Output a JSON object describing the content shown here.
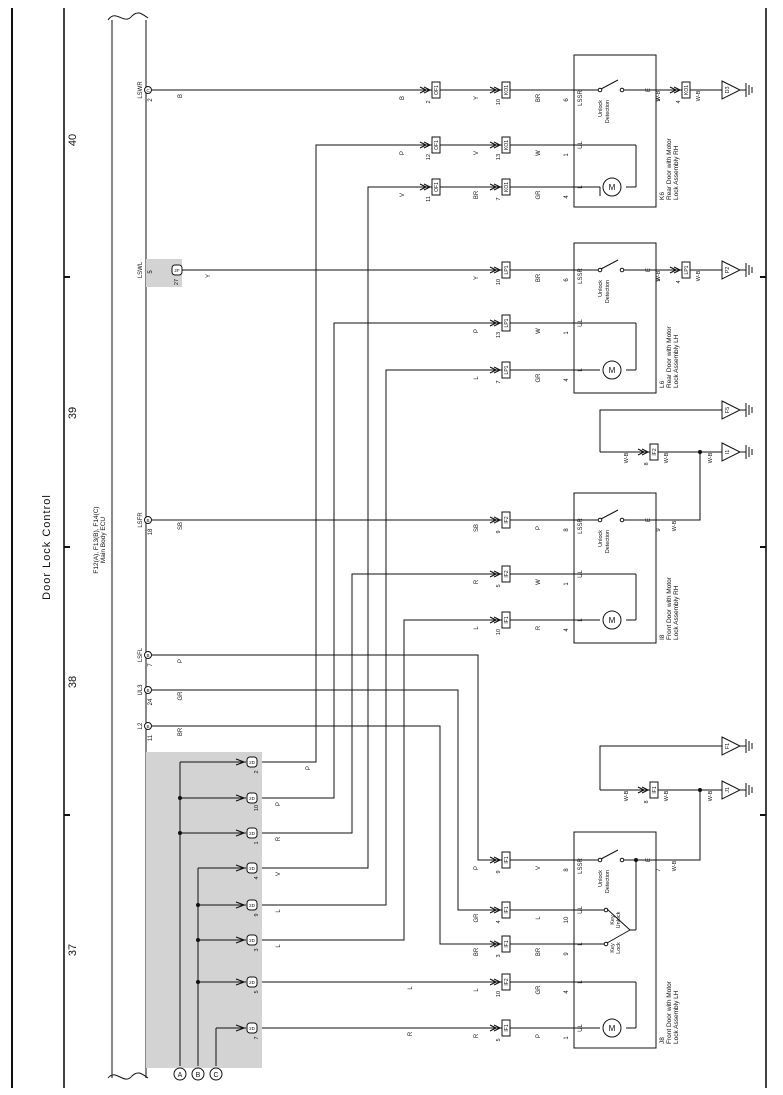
{
  "page": {
    "title": "Door Lock Control",
    "page_numbers": [
      "40",
      "39",
      "38",
      "37"
    ]
  },
  "ecu": {
    "connectors": "F12(A), F13(B), F14(C)",
    "name": "Main Body ECU",
    "pins": [
      {
        "label": "LSWR",
        "pin": "2",
        "conn": "C"
      },
      {
        "label": "LSWL",
        "pin": "5",
        "conn": "C"
      },
      {
        "label": "LSFR",
        "pin": "18",
        "conn": "B"
      },
      {
        "label": "LSFL",
        "pin": "7",
        "conn": "B"
      },
      {
        "label": "UL3",
        "pin": "24",
        "conn": "B"
      },
      {
        "label": "L2",
        "pin": "11",
        "conn": "B"
      }
    ],
    "lower_pins": [
      "2",
      "10",
      "1",
      "4",
      "9",
      "3",
      "5",
      "7"
    ],
    "lower_conn": "2D",
    "inline_conn": {
      "pin": "27",
      "id": "2F"
    },
    "bus_labels": [
      "A",
      "B",
      "C"
    ]
  },
  "wire_colors": {
    "lswr": "B",
    "lswl": "Y",
    "lsfr": "SB",
    "lsfl": "P",
    "ul3": "GR",
    "l2": "BR",
    "lower": [
      "P",
      "P",
      "R",
      "V",
      "L",
      "L",
      "L",
      "R"
    ]
  },
  "modules": [
    {
      "code": "K6",
      "name_line1": "Rear Door with Motor",
      "name_line2": "Lock Assembly RH",
      "switch": "Unlock Detection",
      "ground": "D3",
      "ground_conn": "KO1",
      "ground_pin": "4",
      "ground_wire": "W-B",
      "rows": [
        {
          "term": "LSSR",
          "pin": "6",
          "wire_r": "BR",
          "conn_r": "KO1",
          "pin_r": "10",
          "wire_m": "Y",
          "conn_l": "OF1",
          "pin_l": "2",
          "wire_l": "B"
        },
        {
          "term": "UL",
          "pin": "1",
          "wire_r": "W",
          "conn_r": "KO1",
          "pin_r": "13",
          "wire_m": "V",
          "conn_l": "OF1",
          "pin_l": "12",
          "wire_l": "P"
        },
        {
          "term": "L",
          "pin": "4",
          "wire_r": "GR",
          "conn_r": "KO1",
          "pin_r": "7",
          "wire_m": "BR",
          "conn_l": "OF1",
          "pin_l": "11",
          "wire_l": "V"
        }
      ],
      "e_term": "E",
      "e_pin": "9"
    },
    {
      "code": "L6",
      "name_line1": "Rear Door with Motor",
      "name_line2": "Lock Assembly LH",
      "switch": "Unlock Detection",
      "ground": "P2",
      "ground_conn": "LP1",
      "ground_pin": "4",
      "ground_wire": "W-B",
      "rows": [
        {
          "term": "LSSR",
          "pin": "6",
          "wire_r": "BR",
          "conn_r": "LP1",
          "pin_r": "10",
          "wire_m": "Y"
        },
        {
          "term": "UL",
          "pin": "1",
          "wire_r": "W",
          "conn_r": "LP1",
          "pin_r": "13",
          "wire_m": "P"
        },
        {
          "term": "L",
          "pin": "4",
          "wire_r": "GR",
          "conn_r": "LP1",
          "pin_r": "7",
          "wire_m": "L"
        }
      ],
      "e_term": "E",
      "e_pin": "9"
    },
    {
      "code": "I8",
      "name_line1": "Front Door with Motor",
      "name_line2": "Lock Assembly RH",
      "switch": "Unlock Detection",
      "ground": "I1",
      "ground2": "F5",
      "ground_conn": "IF2",
      "ground_pin": "8",
      "ground_wire": "W-B",
      "rows": [
        {
          "term": "LSSR",
          "pin": "8",
          "wire_r": "P",
          "conn_r": "IF2",
          "pin_r": "9",
          "wire_m": "SB"
        },
        {
          "term": "UL",
          "pin": "1",
          "wire_r": "W",
          "conn_r": "IF2",
          "pin_r": "5",
          "wire_m": "R"
        },
        {
          "term": "L",
          "pin": "4",
          "wire_r": "R",
          "conn_r": "IF1",
          "pin_r": "10",
          "wire_m": "L"
        }
      ],
      "e_term": "E",
      "e_pin": "9"
    },
    {
      "code": "J8",
      "name_line1": "Front Door with Motor",
      "name_line2": "Lock Assembly LH",
      "switch": "Unlock Detection",
      "key_unlock": "Key Unlock",
      "key_lock": "Key Lock",
      "ground": "J1",
      "ground2": "F1",
      "ground_conn": "IF1",
      "ground_pin": "8",
      "ground_wire": "W-B",
      "rows": [
        {
          "term": "LSSR",
          "pin": "8",
          "wire_r": "V",
          "conn_r": "IF1",
          "pin_r": "9",
          "wire_m": "P"
        },
        {
          "term": "UL",
          "pin": "10",
          "wire_r": "L",
          "conn_r": "IF1",
          "pin_r": "4",
          "wire_m": "GR"
        },
        {
          "term": "L",
          "pin": "9",
          "wire_r": "BR",
          "conn_r": "IF1",
          "pin_r": "3",
          "wire_m": "BR"
        },
        {
          "term": "L",
          "pin": "4",
          "wire_r": "GR",
          "conn_r": "IF2",
          "pin_r": "10",
          "wire_m": "L"
        },
        {
          "term": "UL",
          "pin": "1",
          "wire_r": "P",
          "conn_r": "IF1",
          "pin_r": "5",
          "wire_m": "R"
        }
      ],
      "e_term": "E",
      "e_pin": "7"
    }
  ]
}
